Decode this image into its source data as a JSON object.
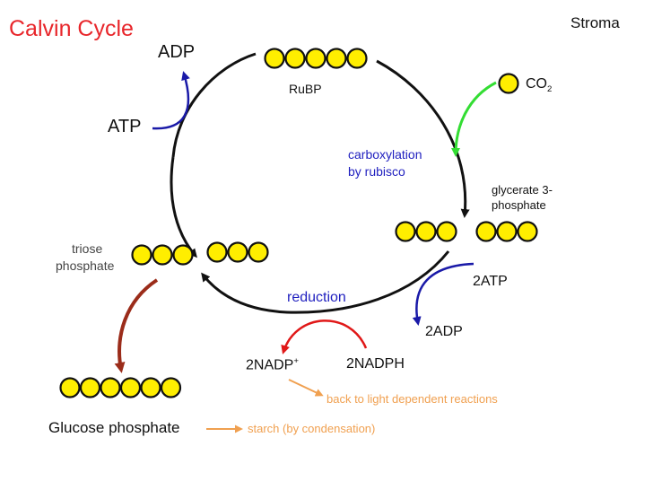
{
  "title": "Calvin Cycle",
  "location": "Stroma",
  "labels": {
    "adp": "ADP",
    "atp": "ATP",
    "rubp": "RuBP",
    "co2": "CO",
    "co2_sub": "2",
    "carboxylation_line1": "carboxylation",
    "carboxylation_line2": "by rubisco",
    "g3p_line1": "glycerate 3-",
    "g3p_line2": "phosphate",
    "triose_line1": "triose",
    "triose_line2": "phosphate",
    "two_atp": "2ATP",
    "reduction": "reduction",
    "two_adp": "2ADP",
    "nadp": "2NADP",
    "nadp_sup": "+",
    "nadph": "2NADPH",
    "back_to_light": "back to light dependent reactions",
    "glucose_phosphate": "Glucose phosphate",
    "starch": "starch (by condensation)"
  },
  "colors": {
    "title": "#e8262b",
    "molecule_fill": "#ffee00",
    "molecule_stroke": "#111111",
    "atp_arrow": "#1a1aa8",
    "co2_arrow": "#33dd33",
    "nadph_arrow": "#e01818",
    "glucose_arrow": "#9b2c1a",
    "side_arrow": "#f0a050",
    "label_blue": "#1f1fbf"
  },
  "molecule_groups": [
    {
      "name": "rubp",
      "count": 5
    },
    {
      "name": "co2",
      "count": 1
    },
    {
      "name": "glycerate-3-phosphate-left",
      "count": 3
    },
    {
      "name": "glycerate-3-phosphate-right",
      "count": 3
    },
    {
      "name": "triose-phosphate-left",
      "count": 3
    },
    {
      "name": "triose-phosphate-right",
      "count": 3
    },
    {
      "name": "glucose-phosphate",
      "count": 6
    }
  ]
}
